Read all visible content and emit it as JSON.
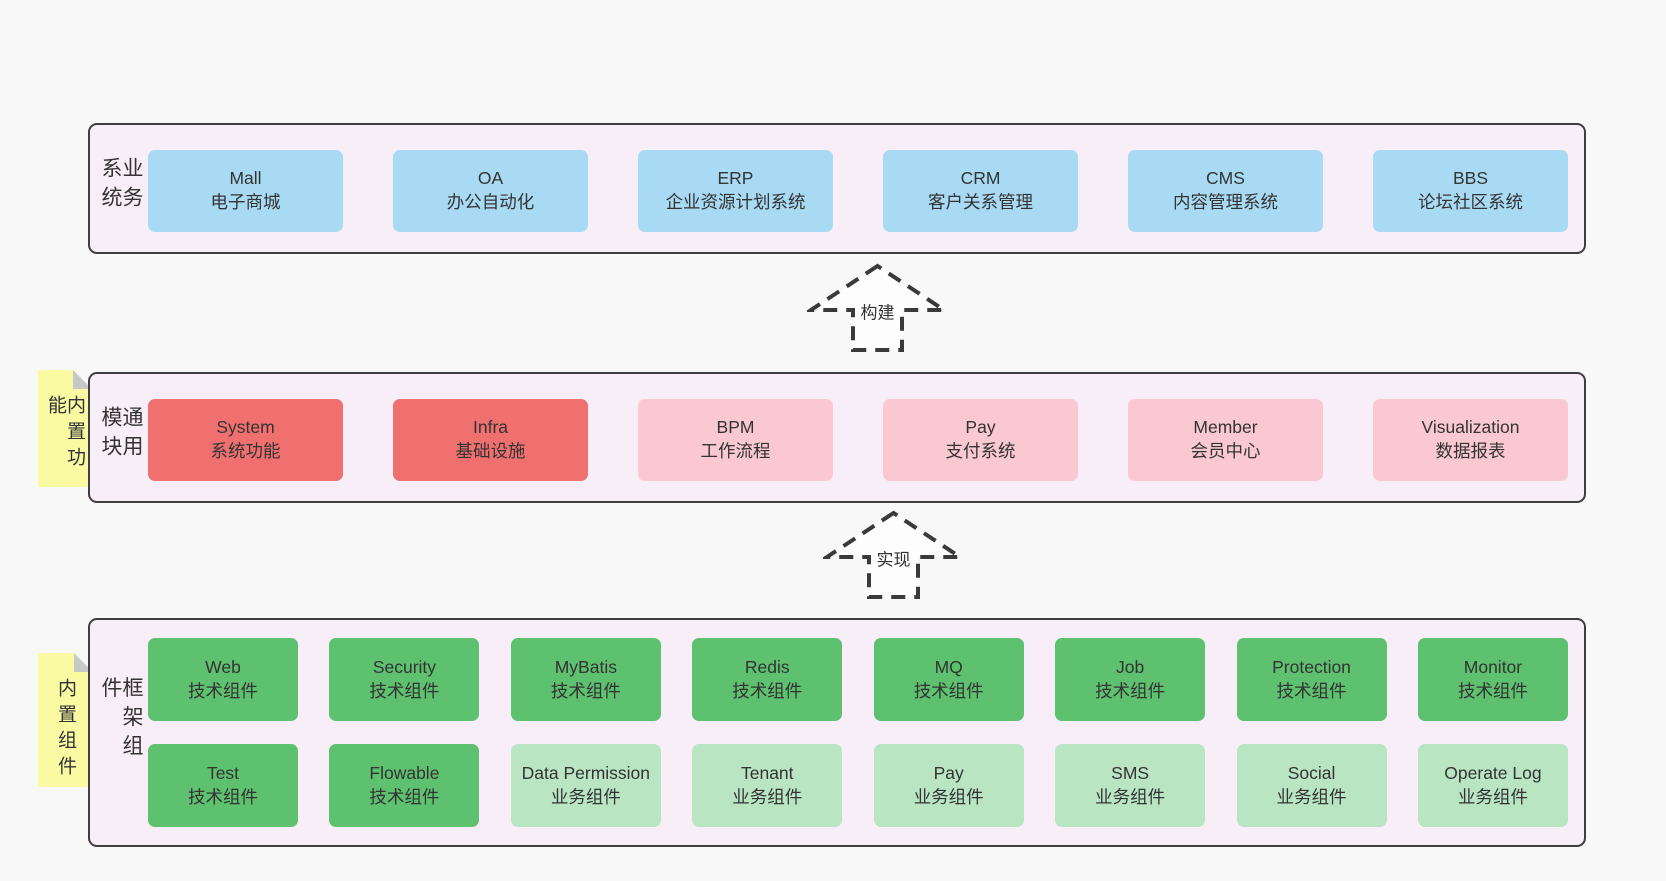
{
  "colors": {
    "page_bg": "#f8f8f8",
    "container_bg": "#f8eef7",
    "container_border": "#3f3f3f",
    "blue_box": "#a9daf3",
    "red_box": "#f0706f",
    "pink_box": "#f9c8d1",
    "green_box": "#5ec170",
    "green_light_box": "#b9e5c3",
    "sticky_yellow": "#fafaa3",
    "sticky_fold_gray": "#c8c8c8",
    "text": "#333333"
  },
  "stickies": [
    {
      "text": "内置功能"
    },
    {
      "text": "内置组件"
    }
  ],
  "arrows": [
    {
      "label": "构建"
    },
    {
      "label": "实现"
    }
  ],
  "layers": [
    {
      "label": "业务系统",
      "box_width": "wide",
      "rows": [
        [
          {
            "en": "Mall",
            "zh": "电子商城",
            "type": "blue"
          },
          {
            "en": "OA",
            "zh": "办公自动化",
            "type": "blue"
          },
          {
            "en": "ERP",
            "zh": "企业资源计划系统",
            "type": "blue"
          },
          {
            "en": "CRM",
            "zh": "客户关系管理",
            "type": "blue"
          },
          {
            "en": "CMS",
            "zh": "内容管理系统",
            "type": "blue"
          },
          {
            "en": "BBS",
            "zh": "论坛社区系统",
            "type": "blue"
          }
        ]
      ]
    },
    {
      "label": "通用模块",
      "box_width": "wide",
      "rows": [
        [
          {
            "en": "System",
            "zh": "系统功能",
            "type": "red"
          },
          {
            "en": "Infra",
            "zh": "基础设施",
            "type": "red"
          },
          {
            "en": "BPM",
            "zh": "工作流程",
            "type": "pink"
          },
          {
            "en": "Pay",
            "zh": "支付系统",
            "type": "pink"
          },
          {
            "en": "Member",
            "zh": "会员中心",
            "type": "pink"
          },
          {
            "en": "Visualization",
            "zh": "数据报表",
            "type": "pink"
          }
        ]
      ]
    },
    {
      "label": "框架组件",
      "box_width": "narrow",
      "rows": [
        [
          {
            "en": "Web",
            "zh": "技术组件",
            "type": "green"
          },
          {
            "en": "Security",
            "zh": "技术组件",
            "type": "green"
          },
          {
            "en": "MyBatis",
            "zh": "技术组件",
            "type": "green"
          },
          {
            "en": "Redis",
            "zh": "技术组件",
            "type": "green"
          },
          {
            "en": "MQ",
            "zh": "技术组件",
            "type": "green"
          },
          {
            "en": "Job",
            "zh": "技术组件",
            "type": "green"
          },
          {
            "en": "Protection",
            "zh": "技术组件",
            "type": "green"
          },
          {
            "en": "Monitor",
            "zh": "技术组件",
            "type": "green"
          }
        ],
        [
          {
            "en": "Test",
            "zh": "技术组件",
            "type": "green"
          },
          {
            "en": "Flowable",
            "zh": "技术组件",
            "type": "green"
          },
          {
            "en": "Data Permission",
            "zh": "业务组件",
            "type": "green-light"
          },
          {
            "en": "Tenant",
            "zh": "业务组件",
            "type": "green-light"
          },
          {
            "en": "Pay",
            "zh": "业务组件",
            "type": "green-light"
          },
          {
            "en": "SMS",
            "zh": "业务组件",
            "type": "green-light"
          },
          {
            "en": "Social",
            "zh": "业务组件",
            "type": "green-light"
          },
          {
            "en": "Operate Log",
            "zh": "业务组件",
            "type": "green-light"
          }
        ]
      ]
    }
  ]
}
